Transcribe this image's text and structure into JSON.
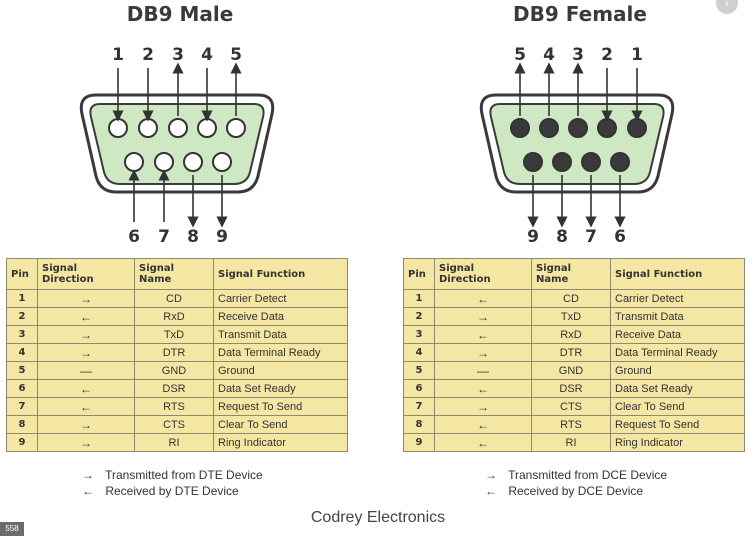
{
  "male": {
    "title": "DB9 Male",
    "top_pins": [
      "1",
      "2",
      "3",
      "4",
      "5"
    ],
    "bottom_pins": [
      "6",
      "7",
      "8",
      "9"
    ],
    "table": {
      "headers": [
        "Pin",
        "Signal Direction",
        "Signal Name",
        "Signal Function"
      ],
      "rows": [
        {
          "pin": "1",
          "dir": "→",
          "name": "CD",
          "func": "Carrier Detect"
        },
        {
          "pin": "2",
          "dir": "←",
          "name": "RxD",
          "func": "Receive Data"
        },
        {
          "pin": "3",
          "dir": "→",
          "name": "TxD",
          "func": "Transmit Data"
        },
        {
          "pin": "4",
          "dir": "→",
          "name": "DTR",
          "func": "Data Terminal Ready"
        },
        {
          "pin": "5",
          "dir": "—",
          "name": "GND",
          "func": "Ground"
        },
        {
          "pin": "6",
          "dir": "←",
          "name": "DSR",
          "func": "Data Set Ready"
        },
        {
          "pin": "7",
          "dir": "←",
          "name": "RTS",
          "func": "Request To Send"
        },
        {
          "pin": "8",
          "dir": "→",
          "name": "CTS",
          "func": "Clear To Send"
        },
        {
          "pin": "9",
          "dir": "→",
          "name": "RI",
          "func": "Ring Indicator"
        }
      ]
    },
    "legend": {
      "tx_arrow": "→",
      "tx_text": "Transmitted from DTE Device",
      "rx_arrow": "←",
      "rx_text": "Received by DTE Device"
    }
  },
  "female": {
    "title": "DB9 Female",
    "top_pins": [
      "5",
      "4",
      "3",
      "2",
      "1"
    ],
    "bottom_pins": [
      "9",
      "8",
      "7",
      "6"
    ],
    "table": {
      "headers": [
        "Pin",
        "Signal Direction",
        "Signal Name",
        "Signal Function"
      ],
      "rows": [
        {
          "pin": "1",
          "dir": "←",
          "name": "CD",
          "func": "Carrier Detect"
        },
        {
          "pin": "2",
          "dir": "→",
          "name": "TxD",
          "func": "Transmit Data"
        },
        {
          "pin": "3",
          "dir": "←",
          "name": "RxD",
          "func": "Receive Data"
        },
        {
          "pin": "4",
          "dir": "→",
          "name": "DTR",
          "func": "Data Terminal Ready"
        },
        {
          "pin": "5",
          "dir": "—",
          "name": "GND",
          "func": "Ground"
        },
        {
          "pin": "6",
          "dir": "←",
          "name": "DSR",
          "func": "Data Set Ready"
        },
        {
          "pin": "7",
          "dir": "→",
          "name": "CTS",
          "func": "Clear To Send"
        },
        {
          "pin": "8",
          "dir": "←",
          "name": "RTS",
          "func": "Request To Send"
        },
        {
          "pin": "9",
          "dir": "←",
          "name": "RI",
          "func": "Ring Indicator"
        }
      ]
    },
    "legend": {
      "tx_arrow": "→",
      "tx_text": "Transmitted from DCE Device",
      "rx_arrow": "←",
      "rx_text": "Received by DCE Device"
    }
  },
  "footer": "Codrey Electronics",
  "badge": "558",
  "colors": {
    "connector_fill": "#cfe8c4",
    "table_fill": "#f3e7a3",
    "female_pin_fill": "#3a3a3a",
    "male_pin_fill": "#ffffff"
  }
}
